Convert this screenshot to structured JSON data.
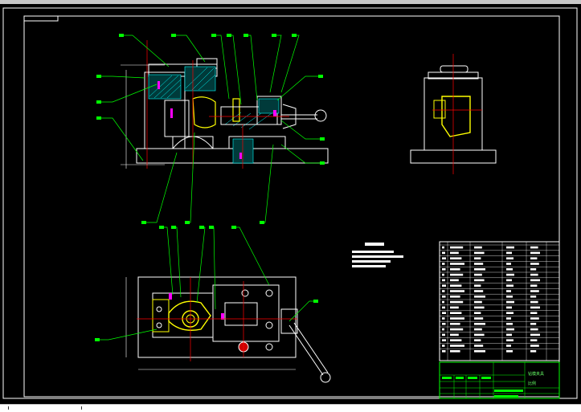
{
  "window": {
    "title": ""
  },
  "drawing": {
    "background": "#000000",
    "colors": {
      "outline": "#ffffff",
      "leader": "#00ff00",
      "centerline": "#ff0000",
      "hatch": "#00ffff",
      "part_highlight": "#ffff00",
      "pin": "#ff00ff",
      "frame": "#ffffff"
    },
    "views": [
      "front-section-view",
      "side-view",
      "top-view"
    ],
    "title_block": {
      "designation": "钻模夹具",
      "scale_label": "比例"
    }
  },
  "statusbar": {
    "text": ""
  }
}
